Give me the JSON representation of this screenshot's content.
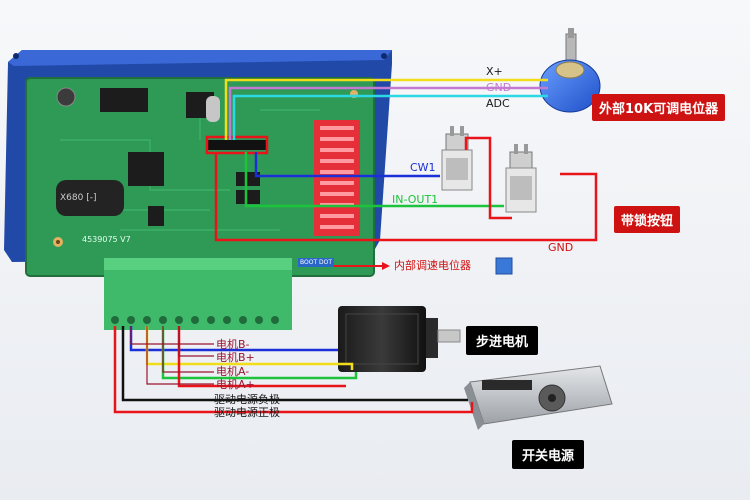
{
  "colors": {
    "red_wire": "#e8141a",
    "blue_wire": "#1a2fd8",
    "yellow_wire": "#f2dd1a",
    "green_wire": "#1bc43a",
    "magenta_wire": "#c57ad2",
    "cyan_wire": "#2ad8e6",
    "black_wire": "#111111",
    "darkred_wire": "#9a1530",
    "pcb_green": "#2f9a55",
    "chassis_blue": "#2149a8",
    "terminal_green": "#3fba6a"
  },
  "board": {
    "chip_label": "4539075 V7",
    "cap_label": "X680 [-]",
    "small_label": "BOOT DOT"
  },
  "pot_labels": {
    "x_plus": "X+",
    "gnd": "GND",
    "adc": "ADC"
  },
  "external_pot_tag": "外部10K可调电位器",
  "button_labels": {
    "cw1": "CW1",
    "in_out1": "IN-OUT1",
    "gnd": "GND"
  },
  "button_tag": "带锁按钮",
  "internal_pot_label": "内部调速电位器",
  "motor_tag": "步进电机",
  "psu_tag": "开关电源",
  "terminal_labels": [
    "电机B-",
    "电机B+",
    "电机A-",
    "电机A+",
    "驱动电源负极",
    "驱动电源正极"
  ]
}
